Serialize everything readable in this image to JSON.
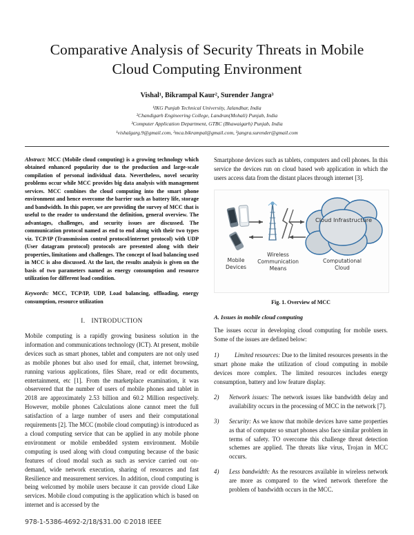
{
  "paper": {
    "title": "Comparative Analysis of Security Threats in Mobile Cloud Computing Environment",
    "authors": "Vishal¹, Bikrampal Kaur², Surender Jangra³",
    "affiliations": [
      "¹IKG Punjab Technical University, Jalandhar, India",
      "²Chandigarh Engineering College, Landran(Mohali) Punjab, India",
      "³Computer Application Department, GTBC (Bhawaigarh) Punjab, India"
    ],
    "emails": "¹vishalgarg.9@gmail.com, ²mca.bikrampal@gmail.com, ³jangra.surender@gmail.com",
    "abstract_label": "Abstract:",
    "abstract_body": " MCC (Mobile cloud computing) is a growing technology which obtained enhanced popularity due to the production and large-scale compilation of personal individual data. Nevertheless, novel security problems occur while MCC provides big data analysis with management services. MCC combines the cloud computing into the smart phone environment and hence overcome the barrier such as battery life, storage and bandwidth. In this paper, we are providing the survey of MCC that is useful to the reader to understand the definition, general overview. The advantages, challenges, and security issues are discussed. The communication protocol named as end to end along with their two types viz. TCP/IP (Transmission control protocol/internet protocol) with UDP (User datagram protocol) protocols are presented along with their properties, limitations and challenges. The concept of load balancing used in MCC is also discussed. At the last, the results analysis is given on the basis of two parameters named as energy consumption and resource utilization for different load condition.",
    "keywords_label": "Keywords:",
    "keywords_body": " MCC, TCP/IP, UDP, Load balancing, offloading, energy consumption, resource utilization",
    "section1_num": "I.",
    "section1_title": "INTRODUCTION",
    "intro_p1": "Mobile computing is a rapidly growing business solution in the information and communications technology (ICT). At present, mobile devices such as smart phones, tablet and computers are not only used as mobile phones but also used for email, chat, internet browsing, running various applications, files Share, read or edit documents, entertainment, etc [1]. From the marketplace examination, it was observered that the number of users of mobile phones and tablet in 2018 are approximately 2.53 billion and 60.2 Million respectively. However, mobile phones Calculations alone cannot meet the full satisfaction of a large number of users and their computational requirements [2]. The MCC (mobile cloud computing) is introduced as a cloud computing service that can be applied in any mobile phone environment or mobile embedded system environment. Mobile computing is used along with cloud computing because of the basic features of cloud modal such as such as service carried out on-demand, wide network execution, sharing of resources and fast Resilience and measurement services. In addition, cloud computing is being welcomed by mobile users because it can provide cloud Like services. Mobile cloud computing is the application which is based on internet and is accessed by the",
    "right_p1": "Smartphone devices such as tablets, computers and cell phones. In this service the devices run on cloud based web application in which the users access data from the distant places through internet [3].",
    "figure": {
      "caption": "Fig. 1. Overview of MCC",
      "label_mobile": "Mobile\nDevices",
      "label_wireless": "Wireless\nCommunication\nMeans",
      "label_computational": "Computational\nCloud",
      "label_cloud_infra": "Cloud Infrastructure"
    },
    "subsection_a": "A. Issues in mobile cloud computing",
    "subsection_a_intro": "The issues occur in developing cloud computing for mobile users. Some of the issues are defined below:",
    "issues": [
      {
        "marker": "1)",
        "term": "Limited resources:",
        "text": " Due to the limited resources presents in the smart phone make the utilization of cloud computing in mobile devices more complex. The limited resources includes energy consumption, battery and low feature display."
      },
      {
        "marker": "2)",
        "term": "Network issues:",
        "text": " The network issues like bandwidth delay and availability occurs in the processing of MCC in the network [7]."
      },
      {
        "marker": "3)",
        "term": "Security:",
        "text": " As we know that mobile devices have same properties as that of computer so smart phones also face similar problem in terms of safety. TO overcome this challenge threat detection schemes are applied. The threats like virus, Trojan in MCC occurs."
      },
      {
        "marker": "4)",
        "term": "Less bandwidth:",
        "text": " As the resources available in wireless network are more as compared to the wired network therefore the problem of bandwidth occurs in the MCC."
      }
    ],
    "footer": "978-1-5386-4692-2/18/$31.00 ©2018 IEEE"
  },
  "colors": {
    "text": "#111111",
    "cloud_outline": "#2e6ca4",
    "cloud_fill": "#d2d7dc",
    "rule": "#3a3a3a"
  }
}
